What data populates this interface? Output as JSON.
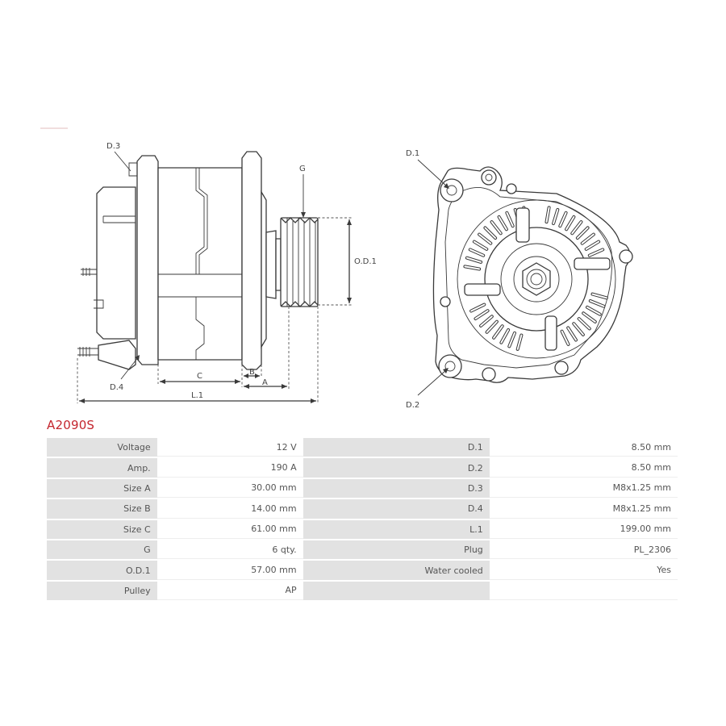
{
  "drawing": {
    "labels": {
      "d3": "D.3",
      "g": "G",
      "od1": "O.D.1",
      "c": "C",
      "b": "B",
      "a": "A",
      "l1": "L.1",
      "d4": "D.4",
      "d1": "D.1",
      "d2": "D.2"
    }
  },
  "product": {
    "code": "A2090S"
  },
  "specs": [
    {
      "label": "Voltage",
      "value": "12 V",
      "label2": "D.1",
      "value2": "8.50 mm"
    },
    {
      "label": "Amp.",
      "value": "190 A",
      "label2": "D.2",
      "value2": "8.50 mm"
    },
    {
      "label": "Size A",
      "value": "30.00 mm",
      "label2": "D.3",
      "value2": "M8x1.25 mm"
    },
    {
      "label": "Size B",
      "value": "14.00 mm",
      "label2": "D.4",
      "value2": "M8x1.25 mm"
    },
    {
      "label": "Size C",
      "value": "61.00 mm",
      "label2": "L.1",
      "value2": "199.00 mm"
    },
    {
      "label": "G",
      "value": "6 qty.",
      "label2": "Plug",
      "value2": "PL_2306"
    },
    {
      "label": "O.D.1",
      "value": "57.00 mm",
      "label2": "Water cooled",
      "value2": "Yes"
    },
    {
      "label": "Pulley",
      "value": "AP",
      "label2": "",
      "value2": ""
    }
  ]
}
